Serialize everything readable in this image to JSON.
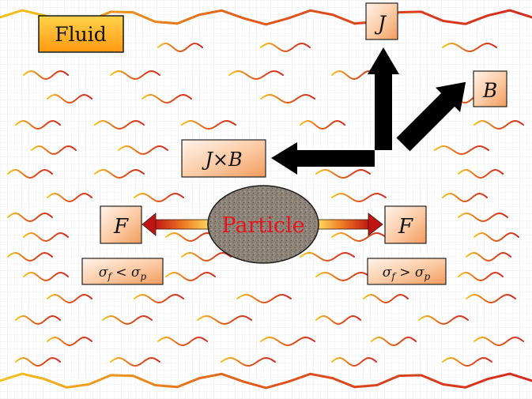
{
  "labels": {
    "fluid": "Fluid",
    "particle": "Particle",
    "j": "J",
    "b": "B",
    "jxb": "J×B",
    "force_left": "F",
    "force_right": "F"
  },
  "conditions": {
    "left": {
      "lhs": "σ",
      "lhs_sub": "f",
      "op": " < ",
      "rhs": "σ",
      "rhs_sub": "p"
    },
    "right": {
      "lhs": "σ",
      "lhs_sub": "f",
      "op": " > ",
      "rhs": "σ",
      "rhs_sub": "p"
    }
  },
  "colors": {
    "wave_red": "#d42a1c",
    "wave_yellow": "#f6c21c",
    "box_fill_light": "#fde8d8",
    "box_fill_dark": "#f5a56a",
    "fluid_box_fill": "#ffb020",
    "particle_fill": "#8b7d72",
    "particle_text": "#e8141c",
    "arrow": "#000000",
    "grid": "#e8e8e8"
  }
}
